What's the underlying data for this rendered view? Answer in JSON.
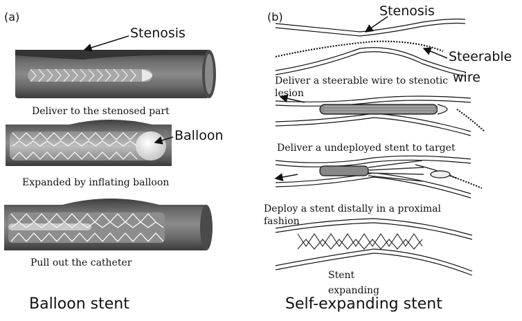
{
  "panel_a": {
    "label": "(a)",
    "callout_stenosis": "Stenosis",
    "callout_balloon": "Balloon",
    "step1": "Deliver to the stenosed part",
    "step2": "Expanded by inflating balloon",
    "step3": "Pull out the catheter",
    "title": "Balloon stent"
  },
  "panel_b": {
    "label": "(b)",
    "callout_stenosis": "Stenosis",
    "callout_wire_1": "Steerable",
    "callout_wire_2": "wire",
    "step1_line1": "Deliver a steerable wire to stenotic",
    "step1_line2": "lesion",
    "step2": "Deliver a undeployed stent to target",
    "step3_line1": "Deploy a stent distally in a proximal",
    "step3_line2": "fashion",
    "step4_line1": "Stent",
    "step4_line2": "expanding",
    "title": "Self-expanding stent"
  },
  "colors": {
    "vessel_dark": "#555555",
    "vessel_mid": "#7a7a7a",
    "stent_wire": "#d9d9d9",
    "balloon": "#f2f2f2"
  }
}
